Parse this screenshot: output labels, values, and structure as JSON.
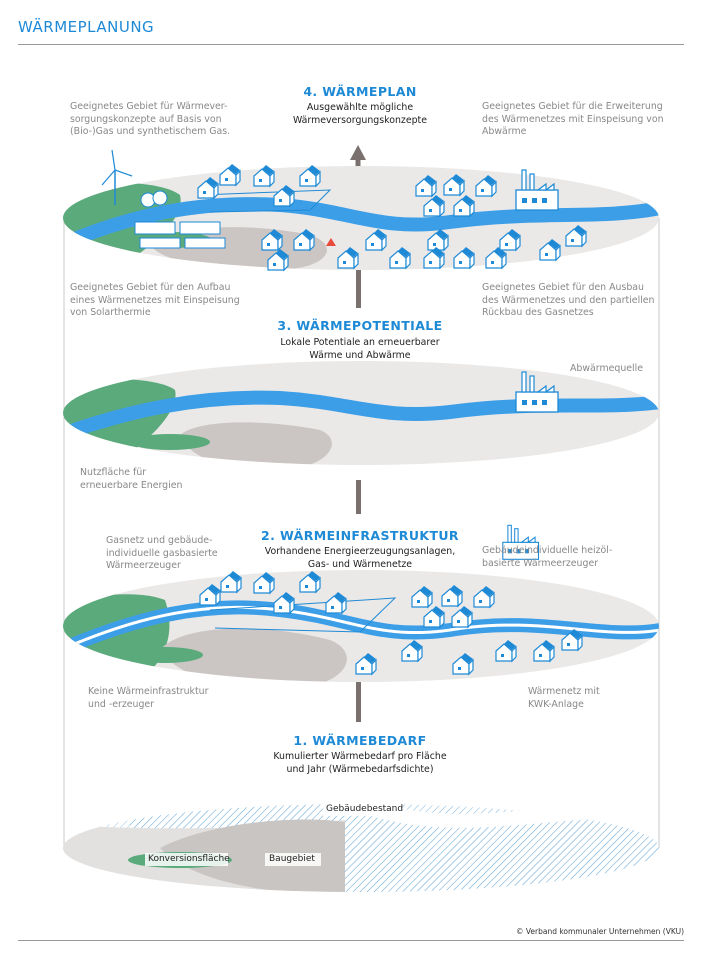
{
  "page": {
    "title": "WÄRMEPLANUNG",
    "credit": "© Verband kommunaler Unternehmen (VKU)"
  },
  "colors": {
    "accent": "#1e8ad6",
    "green": "#5aaa7c",
    "grey": "#c8c4c2",
    "ellipse": "#e9e7e6"
  },
  "layers": {
    "plan": {
      "heading": "4. WÄRMEPLAN",
      "sub": [
        "Ausgewählte mögliche",
        "Wärmeversorgungskonzepte"
      ],
      "label_top_left": [
        "Geeignetes Gebiet für Wärmever-",
        "sorgungskonzepte auf Basis von",
        "(Bio-)Gas und synthetischem Gas."
      ],
      "label_top_right": [
        "Geeignetes Gebiet für die Erweiterung",
        "des Wärmenetzes mit Einspeisung von",
        "Abwärme"
      ],
      "label_bottom_left": [
        "Geeignetes Gebiet für den Aufbau",
        "eines Wärmenetzes mit Einspeisung",
        "von Solarthermie"
      ],
      "label_bottom_right": [
        "Geeignetes Gebiet für den Ausbau",
        "des Wärmenetzes und den partiellen",
        "Rückbau des Gasnetzes"
      ]
    },
    "potentials": {
      "heading": "3. WÄRMEPOTENTIALE",
      "sub": [
        "Lokale Potentiale an erneuerbarer",
        "Wärme und Abwärme"
      ],
      "label_right": "Abwärmequelle",
      "label_bottom_left": [
        "Nutzfläche für",
        "erneuerbare Energien"
      ]
    },
    "infrastructure": {
      "heading": "2. WÄRMEINFRASTRUKTUR",
      "sub": [
        "Vorhandene Energieerzeugungsanlagen,",
        "Gas- und Wärmenetze"
      ],
      "label_top_left": [
        "Gasnetz und gebäude-",
        "individuelle gasbasierte",
        "Wärmeerzeuger"
      ],
      "label_top_right": [
        "Gebäudeindividuelle heizöl-",
        "basierte Wärmeerzeuger"
      ],
      "label_bottom_left": [
        "Keine Wärmeinfrastruktur",
        "und -erzeuger"
      ],
      "label_bottom_right": [
        "Wärmenetz mit",
        "KWK-Anlage"
      ]
    },
    "demand": {
      "heading": "1. WÄRMEBEDARF",
      "sub": [
        "Kumulierter Wärmebedarf pro Fläche",
        "und Jahr (Wärmebedarfsdichte)"
      ],
      "label_building_stock": "Gebäudebestand",
      "label_conversion": "Konversionsfläche",
      "label_building_area": "Baugebiet"
    }
  }
}
